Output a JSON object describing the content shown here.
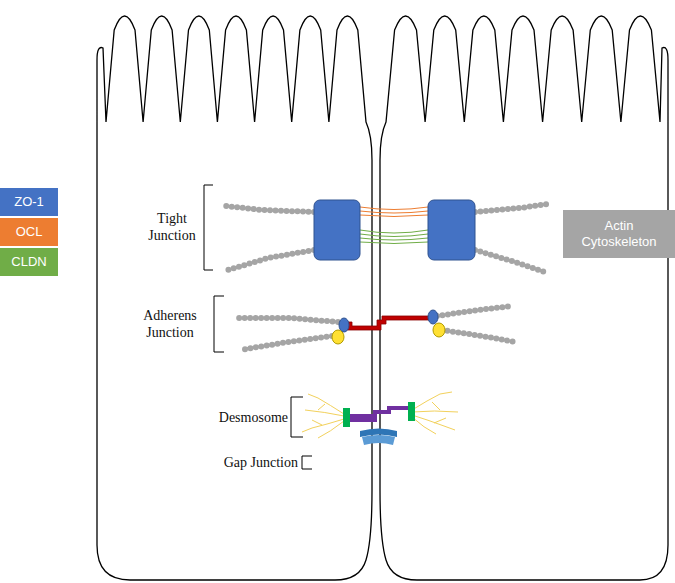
{
  "diagram": {
    "labels": [
      "Tight Junction",
      "Adherens Junction",
      "Desmosome",
      "Gap Junction"
    ],
    "legend": [
      {
        "text": "ZO-1",
        "color": "#4472C4"
      },
      {
        "text": "OCL",
        "color": "#ED7D31"
      },
      {
        "text": "CLDN",
        "color": "#70AD47"
      },
      {
        "text": "Actin Cytoskeleton",
        "color": "#A5A5A5"
      }
    ]
  }
}
